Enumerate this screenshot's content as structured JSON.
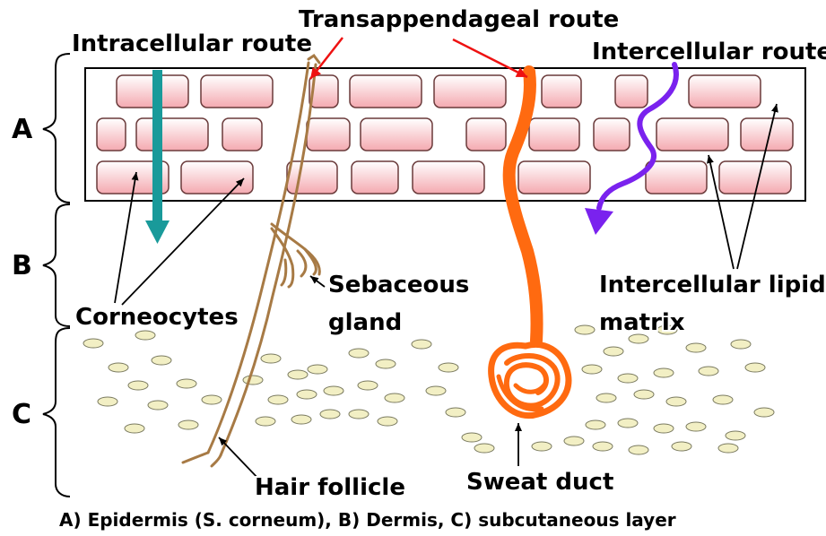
{
  "labels": {
    "intracellular_route": "Intracellular route",
    "transappendageal_route": "Transappendageal route",
    "intercellular_route": "Intercellular route",
    "layer_a": "A",
    "layer_b": "B",
    "layer_c": "C",
    "sebaceous_gland_line1": "Sebaceous",
    "sebaceous_gland_line2": "gland",
    "intercellular_lipid_matrix_line1": "Intercellular lipid",
    "intercellular_lipid_matrix_line2": "matrix",
    "corneocytes": "Corneocytes",
    "hair_follicle": "Hair follicle",
    "sweat_duct": "Sweat duct",
    "caption": "A) Epidermis (S. corneum), B) Dermis, C) subcutaneous layer"
  },
  "colors": {
    "corneocyte_fill_top": "#ffffff",
    "corneocyte_fill_bottom": "#f4a9b0",
    "intracellular_arrow": "#199a9a",
    "transappendageal_arrow": "#ee1111",
    "intercellular_arrow": "#7a22ee",
    "hair_follicle": "#a77a45",
    "sweat_duct": "#ff6a10",
    "fat_cell_fill": "#f2efc4",
    "fat_cell_stroke": "#7a7a60"
  },
  "icons": {
    "intracellular": "teal-down-arrow-icon",
    "intercellular": "purple-wavy-arrow-icon",
    "pointer": "black-pointer-arrow-icon"
  }
}
